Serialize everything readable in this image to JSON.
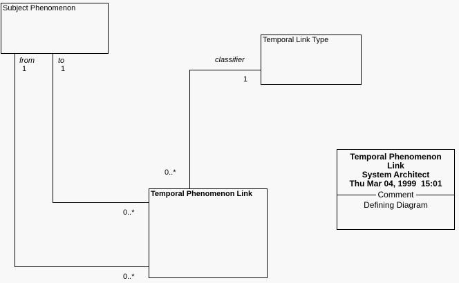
{
  "canvas": {
    "background": "#f8f8f8",
    "line_color": "#000000",
    "text_color": "#000000"
  },
  "classes": {
    "subject_phenomenon": {
      "label": "Subject Phenomenon"
    },
    "temporal_link_type": {
      "label": "Temporal Link Type"
    },
    "temporal_phenomenon_link": {
      "label": "Temporal Phenomenon Link"
    }
  },
  "associations": {
    "from": {
      "role_label": "from",
      "source_multiplicity": "1",
      "target_multiplicity": "0..*"
    },
    "to": {
      "role_label": "to",
      "source_multiplicity": "1",
      "target_multiplicity": "0..*"
    },
    "classifier": {
      "role_label": "classifier",
      "source_multiplicity": "1",
      "target_multiplicity": "0..*"
    }
  },
  "note": {
    "title": "Temporal Phenomenon Link",
    "author": "System Architect",
    "timestamp": "Thu Mar 04, 1999  15:01",
    "divider_label": "Comment",
    "body": "Defining Diagram"
  }
}
